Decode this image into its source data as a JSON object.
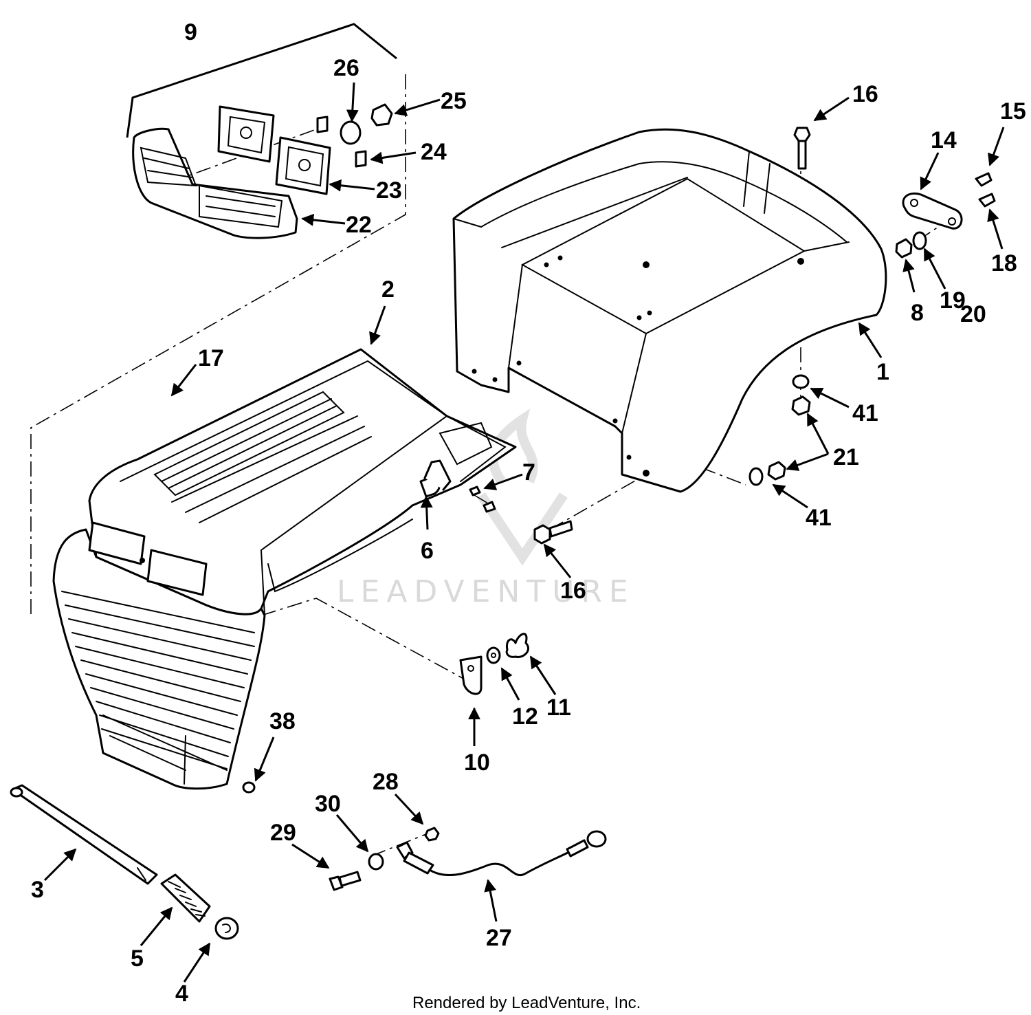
{
  "diagram": {
    "watermark": "LEADVENTURE",
    "credit": "Rendered by LeadVenture, Inc.",
    "accent_color": "#000000",
    "callouts": [
      {
        "id": "c9",
        "label": "9"
      },
      {
        "id": "c26",
        "label": "26"
      },
      {
        "id": "c25",
        "label": "25"
      },
      {
        "id": "c24",
        "label": "24"
      },
      {
        "id": "c23",
        "label": "23"
      },
      {
        "id": "c22",
        "label": "22"
      },
      {
        "id": "c16a",
        "label": "16"
      },
      {
        "id": "c15",
        "label": "15"
      },
      {
        "id": "c14",
        "label": "14"
      },
      {
        "id": "c18",
        "label": "18"
      },
      {
        "id": "c8",
        "label": "8"
      },
      {
        "id": "c19",
        "label": "19"
      },
      {
        "id": "c20",
        "label": "20"
      },
      {
        "id": "c1",
        "label": "1"
      },
      {
        "id": "c2",
        "label": "2"
      },
      {
        "id": "c17",
        "label": "17"
      },
      {
        "id": "c41a",
        "label": "41"
      },
      {
        "id": "c21",
        "label": "21"
      },
      {
        "id": "c41b",
        "label": "41"
      },
      {
        "id": "c7",
        "label": "7"
      },
      {
        "id": "c6",
        "label": "6"
      },
      {
        "id": "c16b",
        "label": "16"
      },
      {
        "id": "c11",
        "label": "11"
      },
      {
        "id": "c12",
        "label": "12"
      },
      {
        "id": "c10",
        "label": "10"
      },
      {
        "id": "c38",
        "label": "38"
      },
      {
        "id": "c28",
        "label": "28"
      },
      {
        "id": "c30",
        "label": "30"
      },
      {
        "id": "c29",
        "label": "29"
      },
      {
        "id": "c27",
        "label": "27"
      },
      {
        "id": "c3",
        "label": "3"
      },
      {
        "id": "c5",
        "label": "5"
      },
      {
        "id": "c4",
        "label": "4"
      }
    ]
  }
}
